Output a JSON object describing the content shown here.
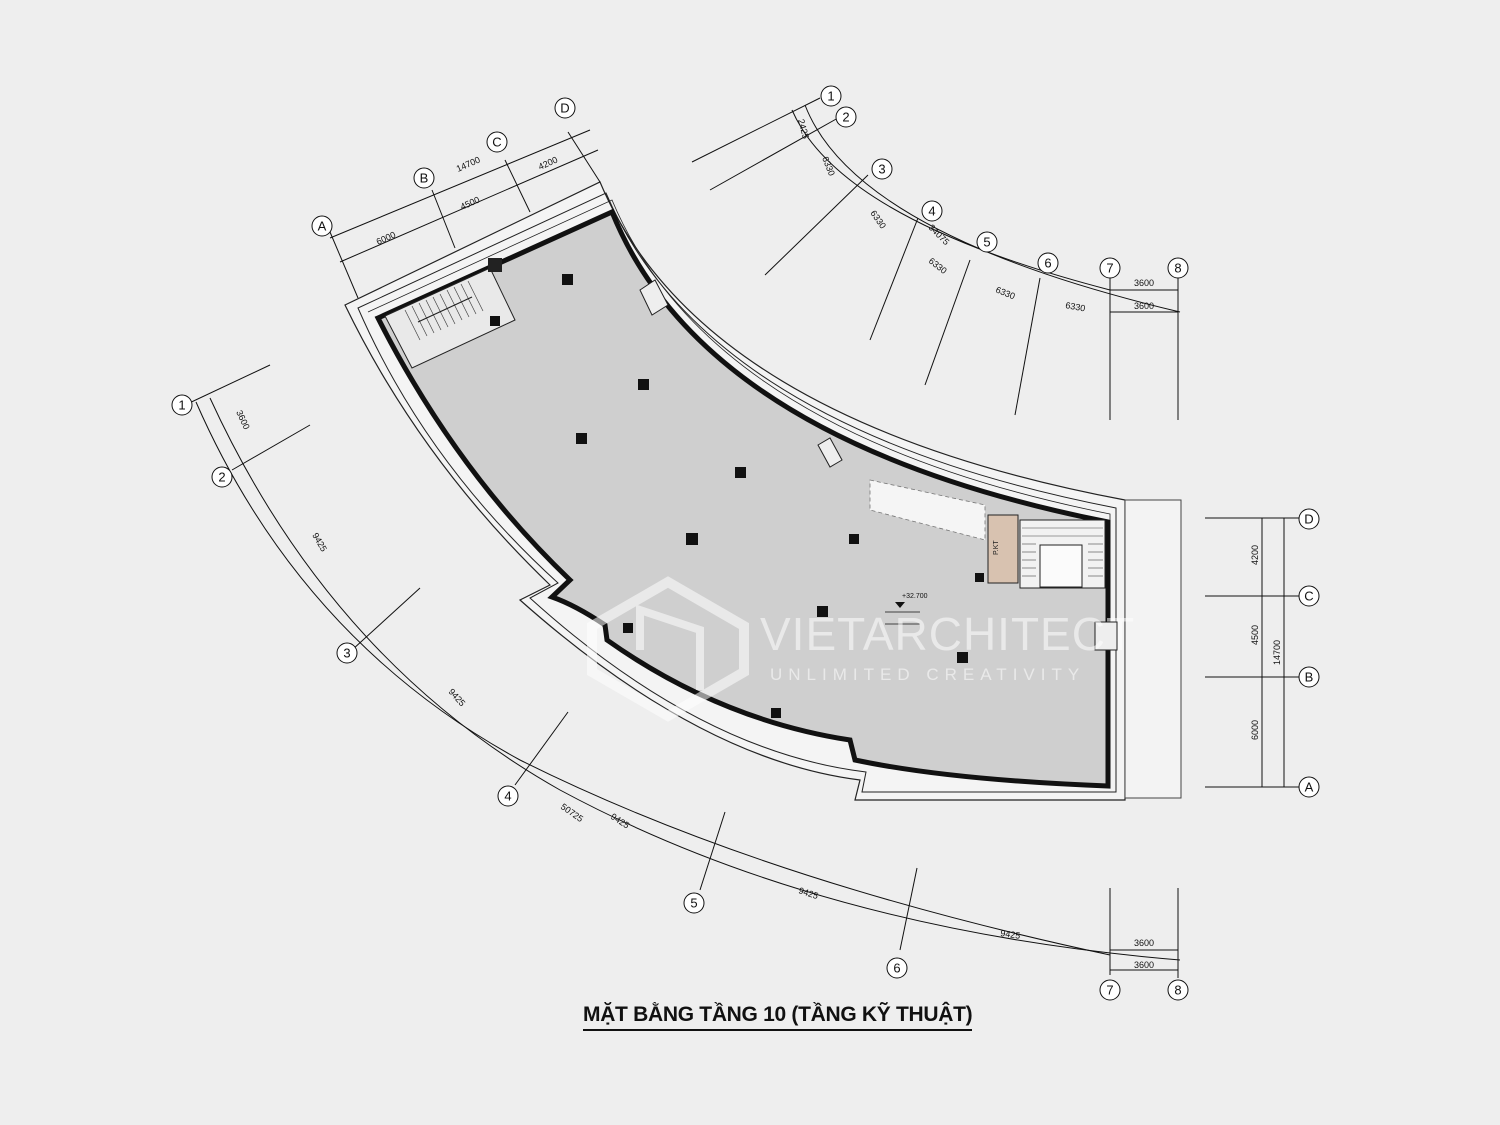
{
  "title": "MẶT BẰNG TẦNG 10 (TẦNG KỸ THUẬT)",
  "watermark": {
    "brand": "VIETARCHITECT",
    "tagline": "UNLIMITED CREATIVITY"
  },
  "elevation_mark": "+32.700",
  "room_label": "P.KT",
  "axes_left_numbers": [
    "1",
    "2",
    "3",
    "4",
    "5",
    "6",
    "7",
    "8"
  ],
  "axes_top_numbers": [
    "1",
    "2",
    "3",
    "4",
    "5",
    "6",
    "7",
    "8"
  ],
  "axes_letters_top": [
    "A",
    "B",
    "C",
    "D"
  ],
  "axes_letters_right": [
    "D",
    "C",
    "B",
    "A"
  ],
  "dims_outer_arc": {
    "d12": "3600",
    "d23": "9425",
    "d34": "9425",
    "d45": "9425",
    "d56": "9425",
    "d67": "9425",
    "total": "50725",
    "d78a": "3600",
    "d78b": "3600"
  },
  "dims_inner_arc": {
    "d12": "2425",
    "d23": "6330",
    "d34": "6330",
    "d45": "6330",
    "d56": "6330",
    "d67": "6330",
    "total": "34075",
    "d78a": "3600",
    "d78b": "3600"
  },
  "dims_top_letters": {
    "total": "14700",
    "dAB": "6000",
    "dBC": "4500",
    "dCD": "4200"
  },
  "dims_right_letters": {
    "total": "14700",
    "dDC": "4200",
    "dCB": "4500",
    "dBA": "6000"
  }
}
